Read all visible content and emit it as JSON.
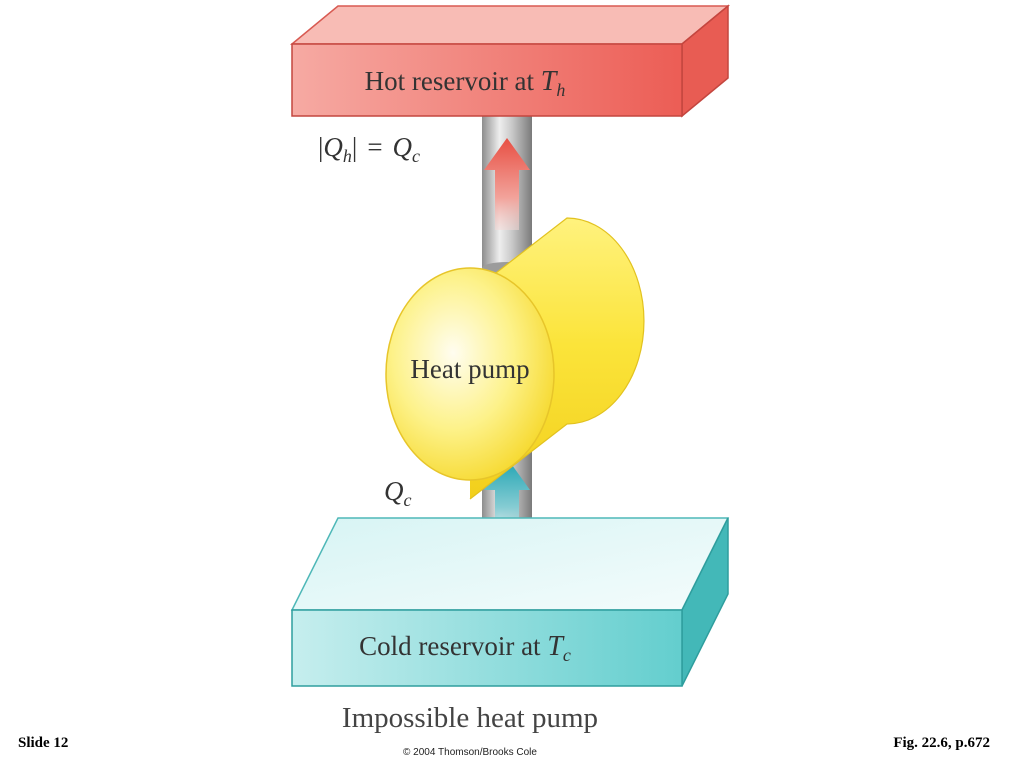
{
  "diagram": {
    "hot_reservoir": {
      "label": "Hot reservoir at ",
      "symbol": "T",
      "subscript": "h",
      "color": "#f37f76"
    },
    "cold_reservoir": {
      "label": "Cold reservoir at ",
      "symbol": "T",
      "subscript": "c",
      "color": "#7fd6d6"
    },
    "heat_pump": {
      "label": "Heat pump",
      "color": "#fbe53f"
    },
    "top_flow_label": {
      "bar_left": "|",
      "lhs_symbol": "Q",
      "lhs_subscript": "h",
      "bar_right": "|",
      "equals": "=",
      "rhs_symbol": "Q",
      "rhs_subscript": "c"
    },
    "bottom_flow_label": {
      "symbol": "Q",
      "subscript": "c"
    },
    "caption": "Impossible heat pump",
    "copyright": "© 2004 Thomson/Brooks Cole"
  },
  "footer": {
    "slide": "Slide 12",
    "figure_ref": "Fig. 22.6, p.672"
  }
}
